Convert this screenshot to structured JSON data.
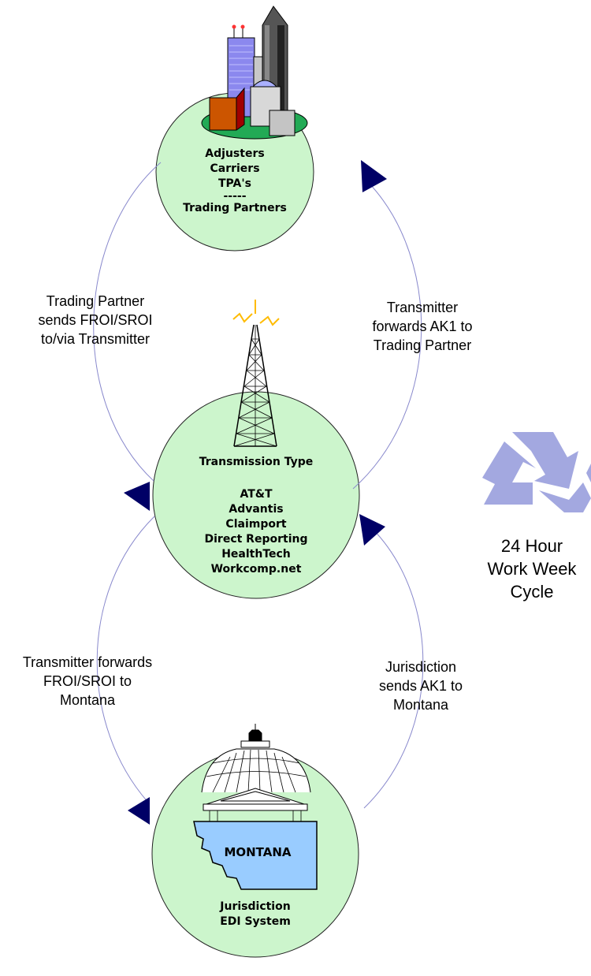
{
  "nodes": {
    "trading": {
      "lines": [
        "Adjusters",
        "Carriers",
        "TPA's",
        "-----",
        "Trading Partners"
      ]
    },
    "transmission": {
      "title": "Transmission Type",
      "lines": [
        "AT&T",
        "Advantis",
        "Claimport",
        "Direct Reporting",
        "HealthTech",
        "Workcomp.net"
      ]
    },
    "jurisdiction": {
      "map_label": "MONTANA",
      "lines": [
        "Jurisdiction",
        "EDI System"
      ]
    }
  },
  "edges": {
    "partner_to_transmitter": [
      "Trading Partner",
      "sends FROI/SROI",
      "to/via Transmitter"
    ],
    "transmitter_to_partner": [
      "Transmitter",
      "forwards AK1 to",
      "Trading Partner"
    ],
    "transmitter_to_montana": [
      "Transmitter forwards",
      "FROI/SROI to",
      "Montana"
    ],
    "jurisdiction_to_transmitter": [
      "Jurisdiction",
      "sends AK1 to",
      "Montana"
    ]
  },
  "cycle": {
    "icon": "recycle-icon",
    "lines": [
      "24 Hour",
      "Work Week",
      "Cycle"
    ]
  },
  "colors": {
    "node_fill": "#ccf5cc",
    "connector": "#8888cc",
    "arrow": "#000066",
    "map_fill": "#99ccff",
    "recycle": "#a3a8e0"
  }
}
